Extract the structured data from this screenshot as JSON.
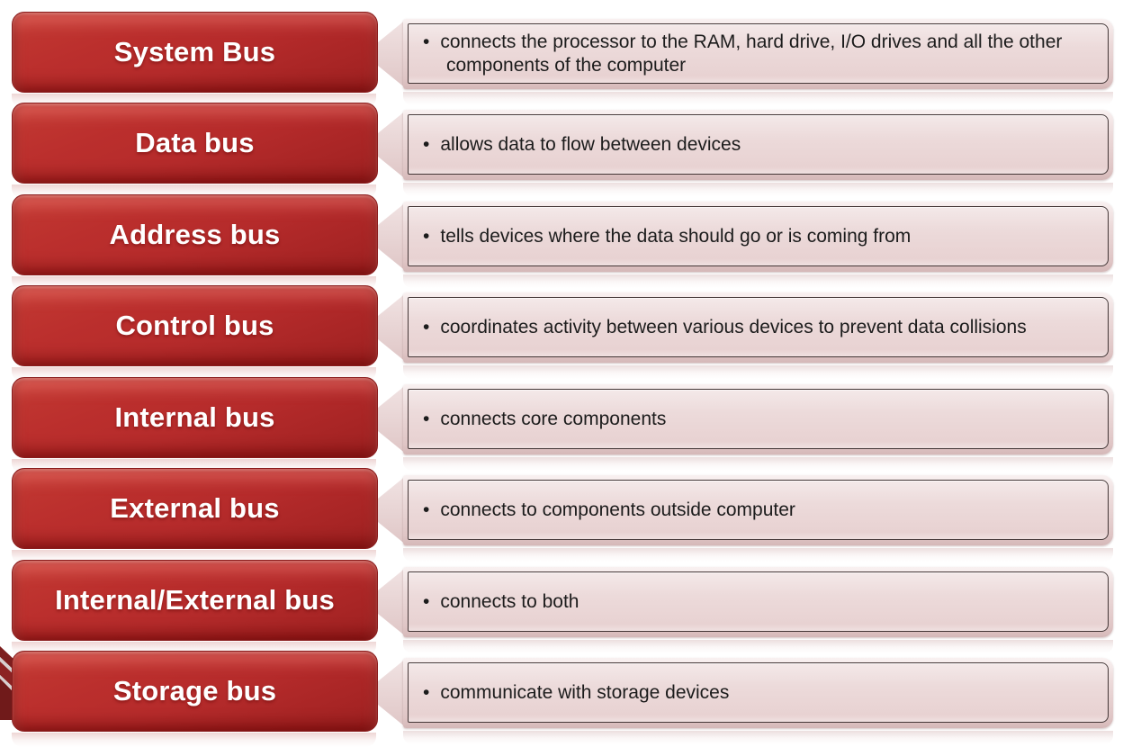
{
  "bullet_glyph": "•",
  "colors": {
    "label_box_red": "#b52b2b",
    "label_box_dark_rim": "#8a1c1c",
    "label_text": "#ffffff",
    "description_fill": "#ecdada",
    "description_outline": "#443737",
    "description_text": "#1c1c1c",
    "ribbon_maroon": "#7d1e1e",
    "background": "#ffffff"
  },
  "rows": [
    {
      "label": "System Bus",
      "text": "connects the processor to the RAM, hard drive, I/O drives and all the other components of the computer"
    },
    {
      "label": "Data bus",
      "text": "allows data to flow between devices"
    },
    {
      "label": "Address bus",
      "text": "tells devices where the data should go or is coming from"
    },
    {
      "label": "Control bus",
      "text": "coordinates activity between various devices to prevent data collisions"
    },
    {
      "label": "Internal bus",
      "text": "connects core components"
    },
    {
      "label": "External bus",
      "text": "connects to components outside computer"
    },
    {
      "label": "Internal/External bus",
      "text": "connects to both"
    },
    {
      "label": "Storage bus",
      "text": "communicate with storage devices"
    }
  ]
}
